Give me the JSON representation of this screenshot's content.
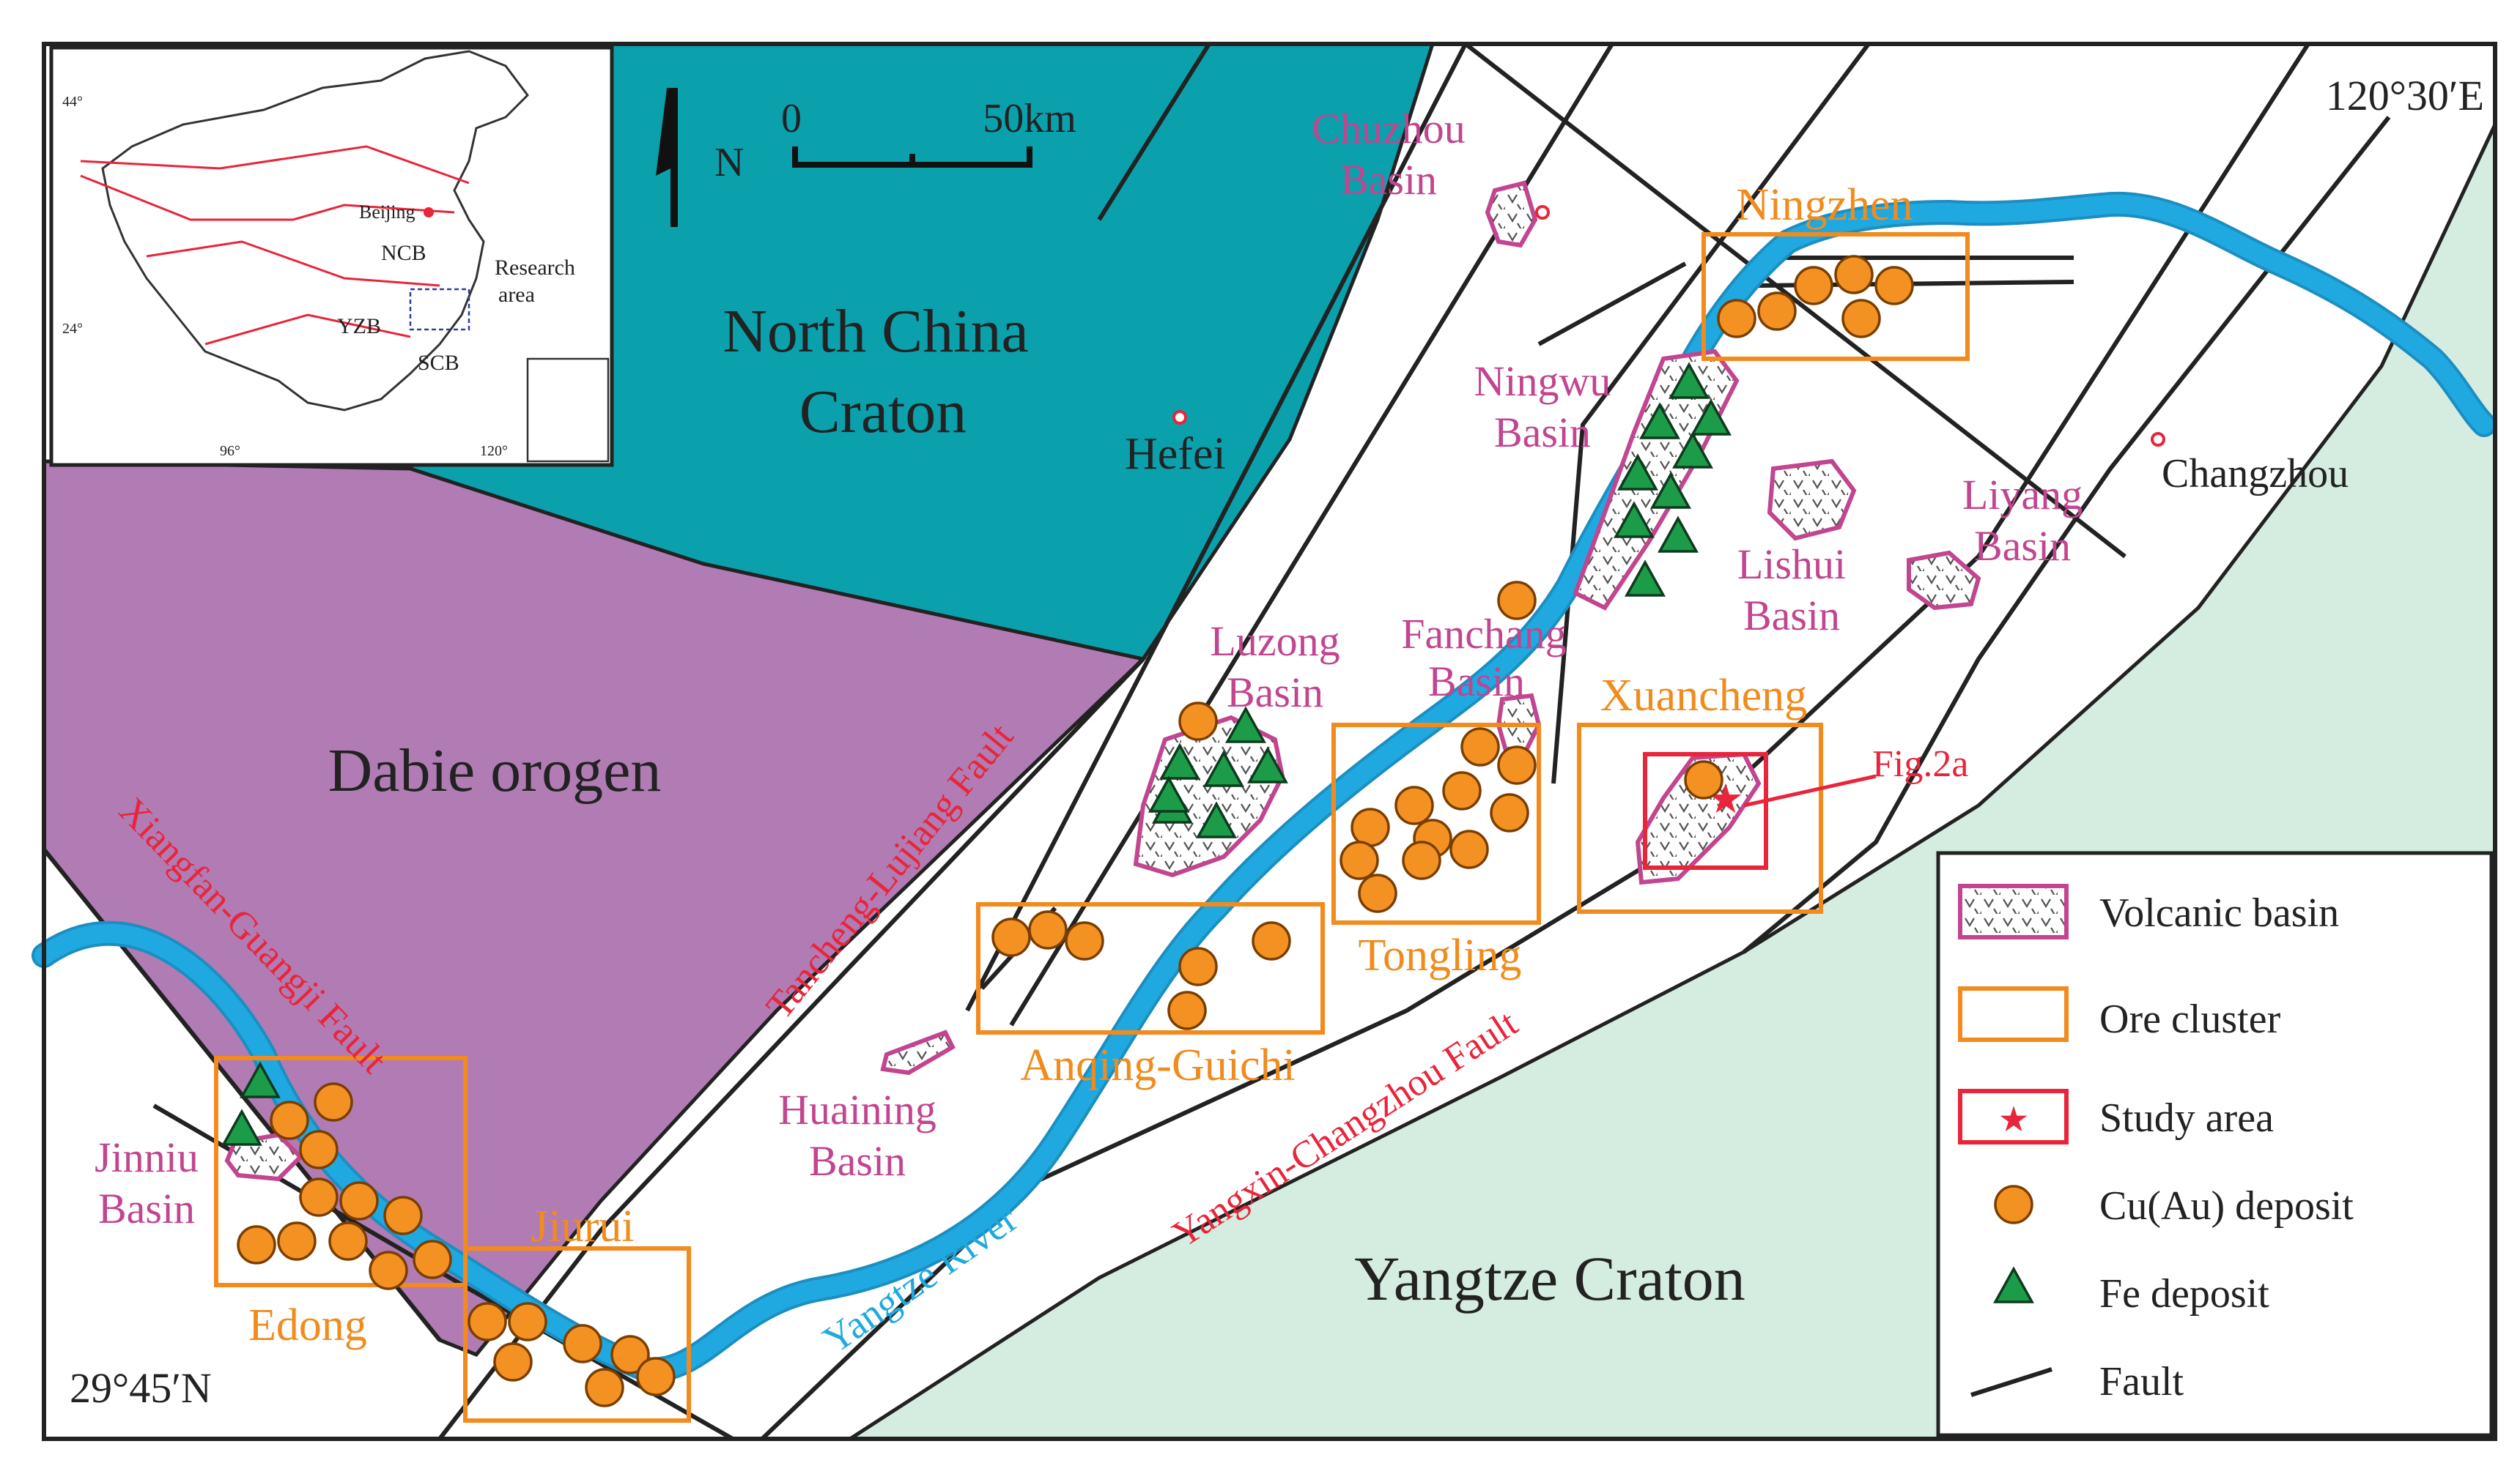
{
  "coords": {
    "top_right": "120°30′E",
    "bottom_left": "29°45′N"
  },
  "scale": {
    "north": "N",
    "zero": "0",
    "distance": "50km"
  },
  "regions": {
    "north_china": [
      "North China",
      "Craton"
    ],
    "dabie": "Dabie orogen",
    "yangtze": "Yangtze Craton"
  },
  "colors": {
    "north_china": "#0aa1ad",
    "dabie": "#b17bb4",
    "yangtze": "#d5ede0",
    "river": "#1fa9e0",
    "ore_cluster": "#f28a1e",
    "cu_deposit": "#f39222",
    "fe_deposit": "#1c9c48",
    "volcanic_basin": "#c2458f",
    "study_area": "#e8253a"
  },
  "cities": {
    "hefei": "Hefei",
    "changzhou": "Changzhou"
  },
  "basins": {
    "chuzhou": [
      "Chuzhou",
      "Basin"
    ],
    "ningwu": [
      "Ningwu",
      "Basin"
    ],
    "lishui": [
      "Lishui",
      "Basin"
    ],
    "liyang": [
      "Liyang",
      "Basin"
    ],
    "luzong": [
      "Luzong",
      "Basin"
    ],
    "fanchang": [
      "Fanchang",
      "Basin"
    ],
    "huaining": [
      "Huaining",
      "Basin"
    ],
    "jinniu": [
      "Jinniu",
      "Basin"
    ]
  },
  "clusters": {
    "ningzhen": "Ningzhen",
    "xuancheng": "Xuancheng",
    "tongling": "Tongling",
    "anqing": "Anqing-Guichi",
    "edong": "Edong",
    "jiurui": "Jiurui"
  },
  "faults": {
    "tancheng": "Tancheng-Lujiang Fault",
    "xiangfan": "Xiangfan-Guangji Fault",
    "yangxin": "Yangxin-Changzhou Fault"
  },
  "river": "Yangtze River",
  "fig_ref": "Fig.2a",
  "inset": {
    "beijing": "Beijing",
    "ncb": "NCB",
    "yzb": "YZB",
    "scb": "SCB",
    "research_area": [
      "Research",
      "area"
    ],
    "lat_44": "44°",
    "lat_24": "24°",
    "lon_96": "96°",
    "lon_120": "120°"
  },
  "legend": {
    "volcanic_basin": "Volcanic basin",
    "ore_cluster": "Ore cluster",
    "study_area": "Study area",
    "cu_deposit": "Cu(Au) deposit",
    "fe_deposit": "Fe deposit",
    "fault": "Fault"
  }
}
